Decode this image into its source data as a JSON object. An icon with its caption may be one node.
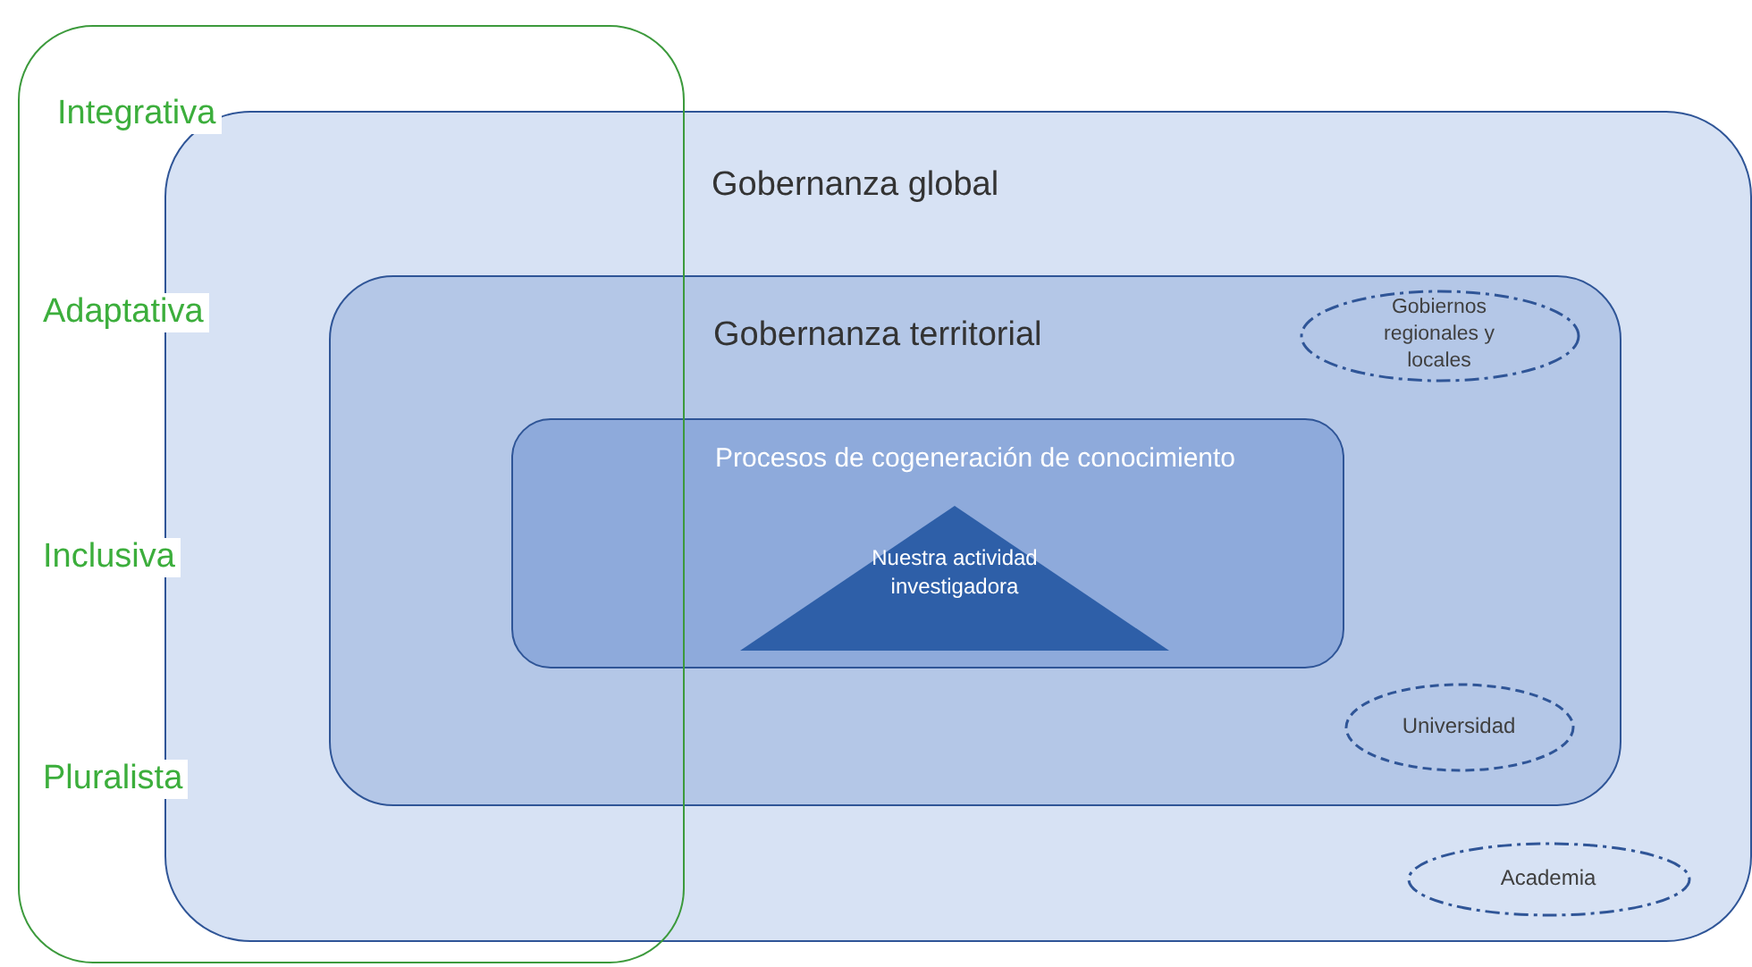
{
  "diagram": {
    "nodes": [
      {
        "text": [
          "Integrativa",
          "Adaptativa",
          "Inclusiva",
          "Pluralista"
        ]
      },
      {
        "text": [
          "Gobernanza global"
        ]
      },
      {
        "text": [
          "Gobernanza territorial"
        ],
        "in": 1
      },
      {
        "text": [
          "Procesos de cogeneración de conocimiento"
        ],
        "in": 2
      },
      {
        "text": [
          "Nuestra actividad investigadora"
        ],
        "in": 3
      },
      {
        "text": [
          "Gobiernos regionales y locales"
        ],
        "in": 2
      },
      {
        "text": [
          "Universidad"
        ],
        "in": 2
      },
      {
        "text": [
          "Academia"
        ],
        "in": 1
      }
    ]
  }
}
